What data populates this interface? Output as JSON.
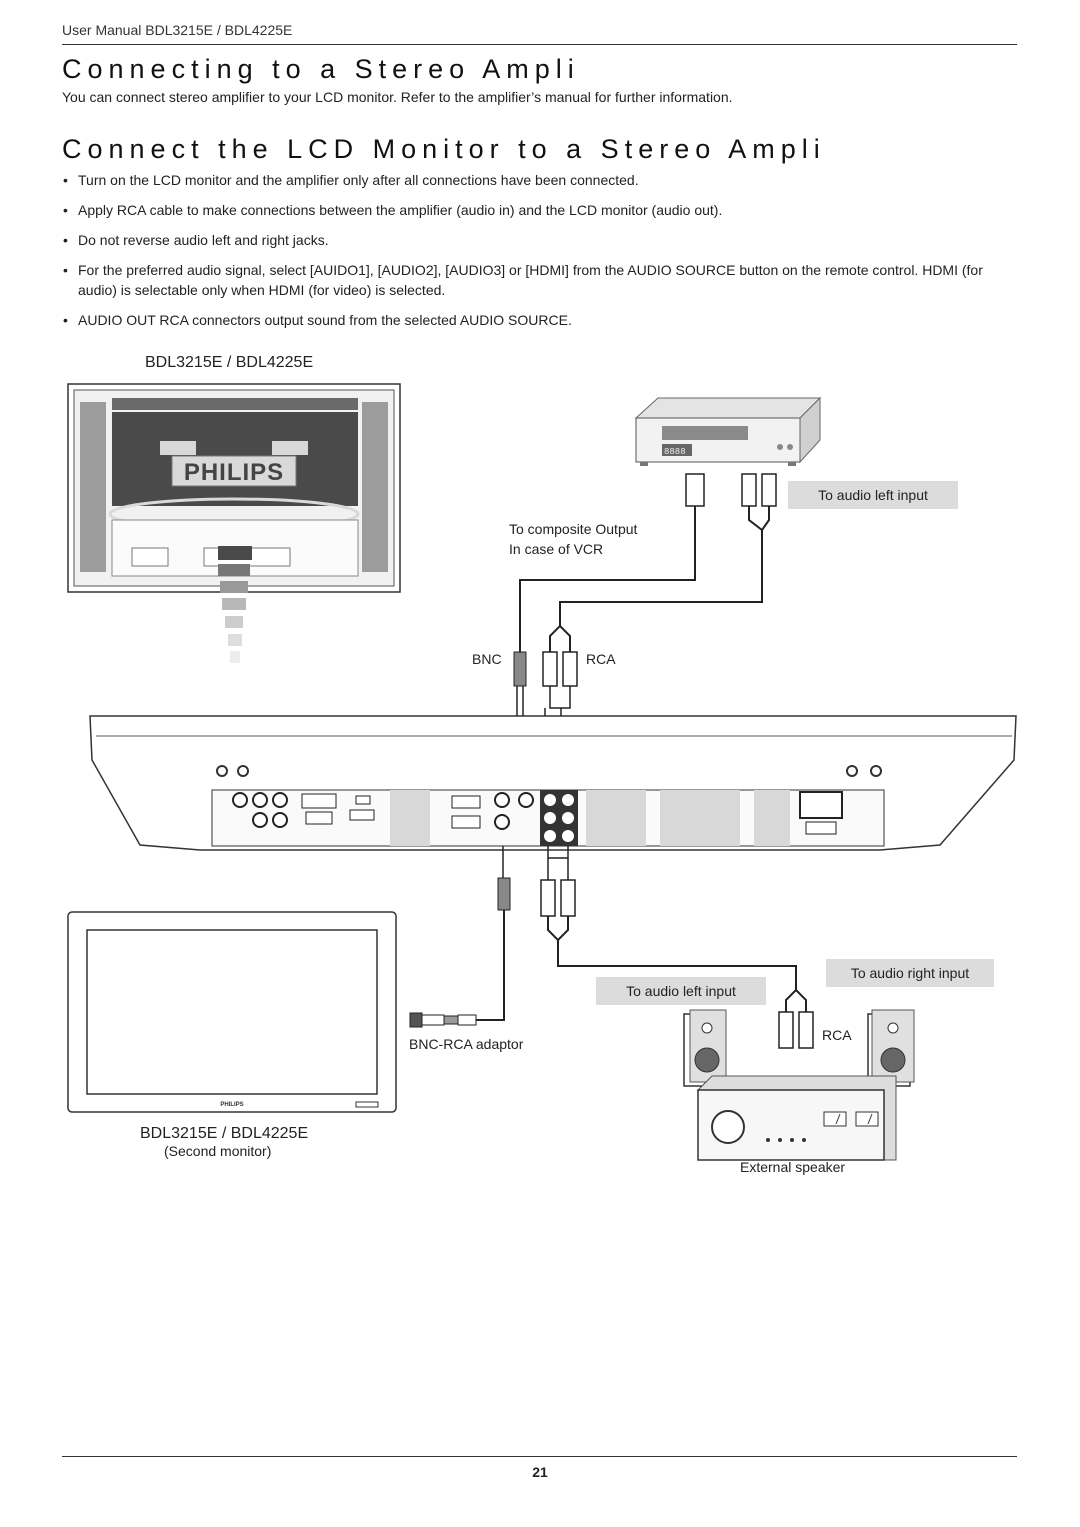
{
  "header": {
    "manual": "User Manual BDL3215E / BDL4225E"
  },
  "section_title": "Connecting to a Stereo Ampli",
  "intro": "You can connect stereo amplifier to your LCD monitor. Refer to the amplifier’s manual for further information.",
  "subsection_title": "Connect the LCD Monitor to a Stereo Ampli",
  "bullets": [
    "Turn on the LCD monitor and the amplifier only after all connections have been connected.",
    "Apply RCA cable to make connections between the amplifier (audio in) and the LCD monitor (audio out).",
    "Do not reverse audio left and right jacks.",
    "For the preferred audio signal, select [AUIDO1], [AUDIO2], [AUDIO3] or [HDMI] from the AUDIO SOURCE button on the remote control. HDMI (for audio) is selectable only when HDMI (for video) is selected.",
    "AUDIO OUT RCA connectors output sound from the selected AUDIO SOURCE."
  ],
  "diagram": {
    "model_top": "BDL3215E / BDL4225E",
    "to_audio_left_input_top": "To audio left input",
    "composite_output": "To composite Output",
    "in_case_of_vcr": "In case of VCR",
    "bnc": "BNC",
    "rca_top": "RCA",
    "vcr_display": "8888",
    "brand_logo": "PHILIPS",
    "to_audio_right_input": "To audio right input",
    "to_audio_left_input_bottom": "To audio left input",
    "rca_bottom": "RCA",
    "bnc_rca_adaptor": "BNC-RCA adaptor",
    "model_bottom": "BDL3215E / BDL4225E",
    "second_monitor": "(Second monitor)",
    "external_speaker": "External speaker"
  },
  "footer": {
    "page": "21"
  }
}
